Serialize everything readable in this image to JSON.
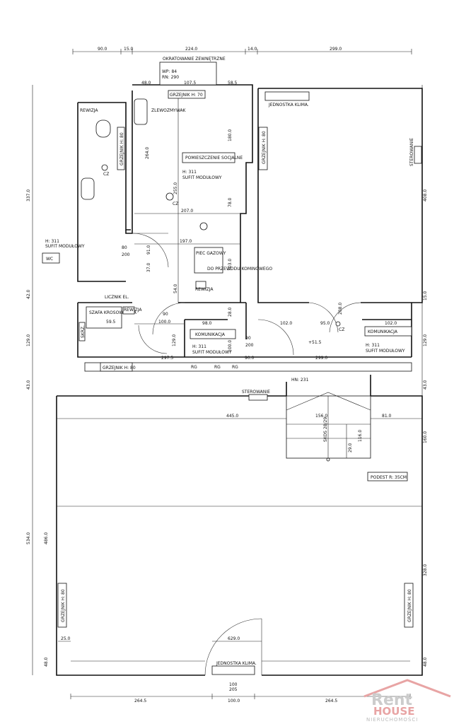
{
  "top_dims": [
    "90.0",
    "15.0",
    "224.0",
    "14.0",
    "299.0"
  ],
  "labels": {
    "okratowanie": "OKRATOWANIE ZEWNĘTRZNE",
    "wp": "WP: 84",
    "rn": "RN: 290",
    "grzejnik_h70": "GRZEJNIK H: 70",
    "zlewozmywak": "ZLEWOZMYWAK",
    "jednostka_top": "JEDNOSTKA KLIMA.",
    "rewizja_wc": "REWIZJA",
    "grzejnik_wc": "GRZEJNIK H: 80",
    "grzejnik_mid": "GRZEJNIK H: 80",
    "sterowanie_right": "STEROWANIE",
    "pom_soc": "POMIESZCZENIE SOCJALNE",
    "sufit_h311": "H: 311",
    "sufit_mod": "SUFIT MODUŁOWY",
    "wc_h311": "H: 311",
    "wc_sufit": "SUFIT MODUŁOWY",
    "wc": "WC",
    "piec": "PIEC GAZOWY",
    "przewod": "DO PRZEWODU KOMINOWEGO",
    "rewizja_mid": "REWIZJA",
    "licznik": "LICZNIK EL.",
    "szafa": "SZAFA KROSOWNICZA",
    "rewizja_left": "REWIZJA",
    "skrzynka": "SKRZ.",
    "komunikacja_l": "KOMUNIKACJA",
    "komunikacja_r": "KOMUNIKACJA",
    "kom_h311": "H: 311",
    "kom_sufit": "SUFIT MODUŁOWY",
    "kom_r_h311": "H: 311",
    "kom_r_sufit": "SUFIT MODUŁOWY",
    "grzejnik_bottom": "GRZEJNIK H: 80",
    "hn": "HN: 231",
    "sterowanie_hall": "STEROWANIE",
    "schody": "SKOS 28/29",
    "podest": "PODEST R: 35CM",
    "grzejnik_hall_l": "GRZEJNIK H: 80",
    "grzejnik_hall_r": "GRZEJNIK H: 80",
    "jednostka_bottom": "JEDNOSTKA KLIMA.",
    "rg1": "RG",
    "rg2": "RG",
    "rg3": "RG",
    "cz1": "CZ",
    "cz2": "CZ",
    "cz3": "CZ"
  },
  "dims": {
    "d48": "48.0",
    "d1075": "107.5",
    "d585": "58.5",
    "d2640": "264.0",
    "d1800": "180.0",
    "d2550": "255.0",
    "d2070": "207.0",
    "d780": "78.0",
    "d1970": "197.0",
    "d80": "80",
    "d200": "200",
    "d910": "91.0",
    "d1030": "103.0",
    "d370": "37.0",
    "d540": "54.0",
    "d90": "90",
    "d1000": "100.0",
    "d1290": "129.0",
    "d980": "98.0",
    "d2975": "297.5",
    "d595": "59.5",
    "d1020": "102.0",
    "d950": "95.0",
    "d515": "+51.5",
    "d2990": "299.0",
    "d4080": "408.0",
    "d150": "15.0",
    "d1020b": "102.0",
    "d2080": "208.0",
    "d1560": "156.0",
    "d810": "81.0",
    "d4450": "445.0",
    "d2925": "29.0",
    "d1160": "116.0",
    "d1600": "160.0",
    "d3280": "328.0",
    "d4860": "486.0",
    "d6290": "629.0",
    "d250": "25.0",
    "d480": "48.0",
    "d480r": "48.0",
    "d3370": "337.0",
    "d420": "42.0",
    "d1290l": "129.0",
    "d430": "43.0",
    "d5340": "534.0",
    "d1290r": "129.0",
    "d430r": "43.0",
    "d1000kom": "100.0",
    "d90b": "90",
    "d200b": "200",
    "d1000h": "100.0",
    "d9000": "90.0",
    "d28": "28.0",
    "d100s": "100",
    "d205": "205"
  },
  "bottom_dims": [
    "264.5",
    "100.0",
    "264.5"
  ],
  "logo": {
    "top": "Rent",
    "house": "HOUSE",
    "sub": "NIERUCHOMOŚCI"
  }
}
